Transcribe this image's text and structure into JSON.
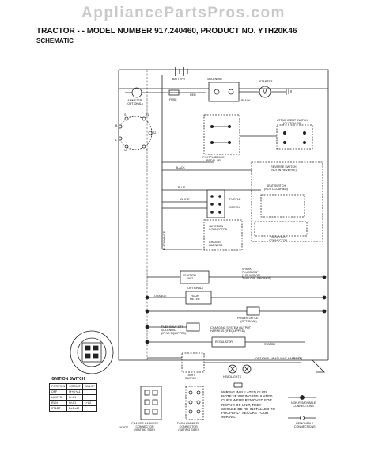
{
  "watermark": "AppliancePartsPros.com",
  "header": {
    "title": "TRACTOR - - MODEL NUMBER 917.240460, PRODUCT NO. YTH20K46",
    "subtitle": "SCHEMATIC"
  },
  "labels": {
    "battery": "BATTERY",
    "solenoid": "SOLENOID",
    "starter": "STARTER",
    "ammeter": "AMMETER\n(OPTIONAL)",
    "fuse": "FUSE",
    "red": "RED",
    "black": "BLACK",
    "white": "WHITE",
    "blue": "BLUE",
    "purple": "PURPLE",
    "green": "GREEN",
    "orange": "ORANGE",
    "black_white": "BLACK/WHITE",
    "attachment_switch": "ATTACHMENT SWITCH\n(CLUTCH ON)",
    "clutch_brake": "CLUTCH/BRAKE\n(PEDAL UP)",
    "reverse_switch": "REVERSE SWITCH\n(NOT IN REVERSE)",
    "seat_switch": "SEAT SWITCH\n(NOT OCCUPIED)",
    "junction_connector": "JUNCTION\nCONNECTOR",
    "chassis_harness": "CHASSIS\nHARNESS",
    "shorting_connector": "SHORTING\nCONNECTOR",
    "ignition_unit": "IGNITION\nUNIT",
    "spark_plugs": "SPARK\nPLUGS GAP\n(2 PLUGS ON\nTWIN CYL. ENGINES)",
    "optional": "(OPTIONAL)",
    "hour_meter": "HOUR\nMETER",
    "power_outlet": "POWER OUTLET\n(OPTIONAL)",
    "fuel_shutoff": "FUEL SHUT-OFF\nSOLENOID\n(IF SO EQUIPPED)",
    "charging_system": "CHARGING SYSTEM OUTPUT\nHARNESS (IF EQUIPPED)",
    "regulator": "REGULATOR",
    "stator": "STATOR",
    "light_switch": "LIGHT\nSWITCH",
    "headlights": "HEADLIGHTS",
    "headlight_note": "(OPTIONAL HEADLIGHT HARNESS)",
    "chassis_conn": "CHASSIS HARNESS\nCONNECTOR\n(MATING SIDE)",
    "dash_conn": "DASH HARNESS\nCONNECTOR\n(MATING SIDE)",
    "wiring_note": "WIRING INSULATED CLIPS\nNOTE: IF WIRING INSULATED\nCLIPS WERE REMOVED FOR\nREPAIR OF UNIT, THEY\nSHOULD BE RE-INSTALLED TO\nPROPERLY SECURE YOUR\nWIRING.",
    "non_removable": "NON-REMOVABLE\nCONNECTIONS",
    "removable": "REMOVABLE\nCONNECTIONS",
    "part_no": "197677",
    "ign_b": "B",
    "ign_s": "S",
    "ign_a1": "A1",
    "ign_a2": "A2",
    "ign_g": "G",
    "ign_m": "M",
    "ign_l": "L"
  },
  "ignition_table": {
    "title": "IGNITION SWITCH",
    "headers": [
      "POSITION",
      "CIRCUIT",
      "\"MAKE\""
    ],
    "rows": [
      [
        "OFF",
        "M+G+A1",
        ""
      ],
      [
        "LIGHTS",
        "B+A1",
        ""
      ],
      [
        "RUN",
        "B+A1",
        "L+A2"
      ],
      [
        "START",
        "B+S+A1",
        ""
      ]
    ]
  }
}
